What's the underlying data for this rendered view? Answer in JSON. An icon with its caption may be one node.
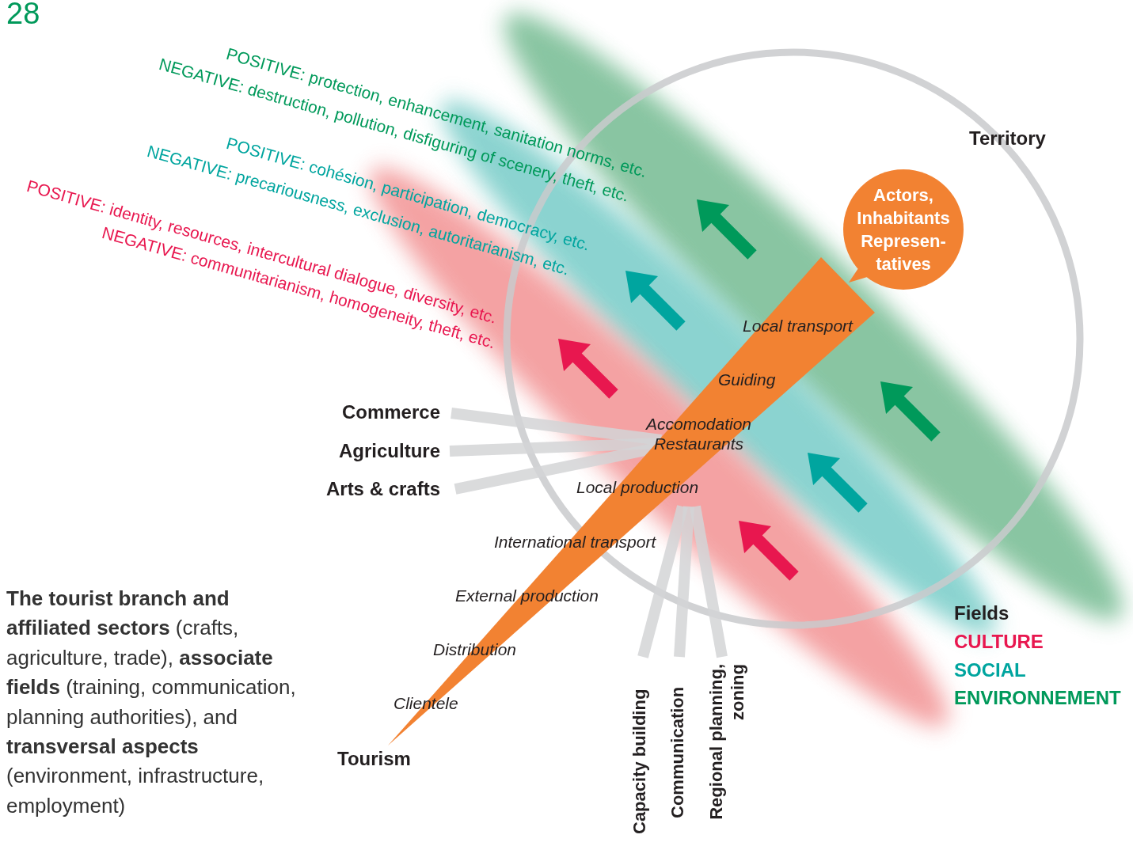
{
  "diagram": {
    "nodes": [
      {
        "text": [
          "Actors, Inhabitants Represen- tatives"
        ]
      }
    ],
    "labels": [
      "28",
      "POSITIVE: protection, enhancement, sanitation norms, etc.",
      "NEGATIVE: destruction, pollution, disfiguring of scenery, theft, etc.",
      "POSITIVE: cohésion, participation, democracy, etc.",
      "NEGATIVE: precariousness, exclusion, autoritarianism, etc.",
      "POSITIVE: identity, resources, intercultural dialogue, diversity, etc.",
      "NEGATIVE: communitarianism, homogeneity, theft, etc.",
      "Territory",
      "Local transport",
      "Guiding",
      "Accomodation Restaurants",
      "Commerce",
      "Agriculture",
      "Arts & crafts",
      "Local production",
      "International transport",
      "External production",
      "Distribution",
      "Clientele",
      "Tourism",
      "**The tourist branch and affiliated sectors** (crafts, agriculture, trade), **associate fields** (training, communication, planning authorities), and **transversal aspects** (environment, infrastructure, employment)",
      "Capacity building",
      "Communication",
      "Regional planning, zoning",
      "Fields"
    ],
    "legend": [
      {
        "text": "CULTURE",
        "color": "#e8174f"
      },
      {
        "text": "SOCIAL",
        "color": "#00a59f"
      },
      {
        "text": "ENVIRONNEMENT",
        "color": "#00995a"
      }
    ]
  }
}
